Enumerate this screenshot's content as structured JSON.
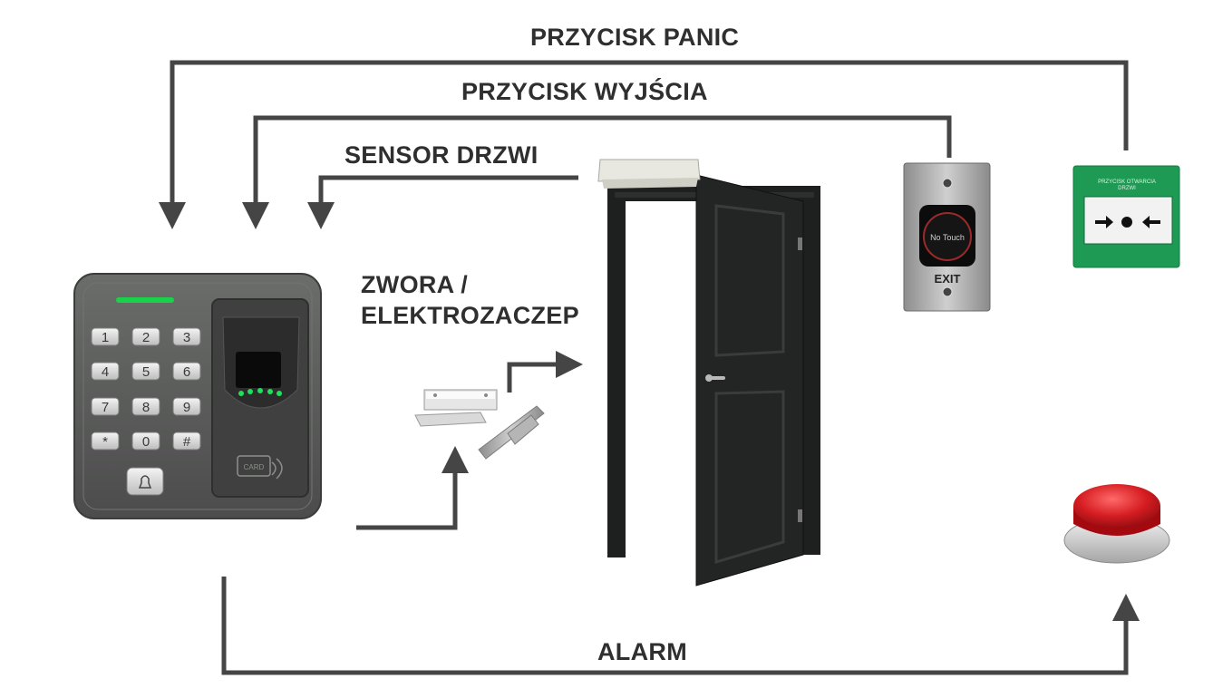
{
  "labels": {
    "panic": "PRZYCISK PANIC",
    "exit_button": "PRZYCISK WYJŚCIA",
    "door_sensor": "SENSOR DRZWI",
    "lock_line1": "ZWORA /",
    "lock_line2": "ELEKTROZACZEP",
    "alarm": "ALARM"
  },
  "reader": {
    "keys": [
      "1",
      "2",
      "3",
      "4",
      "5",
      "6",
      "7",
      "8",
      "9",
      "*",
      "0",
      "#"
    ],
    "card_label": "CARD"
  },
  "exit_device": {
    "sensor_text": "No Touch",
    "exit_text": "EXIT"
  },
  "panic_device": {
    "line1": "PRZYCISK OTWARCIA",
    "line2": "DRZWI"
  },
  "colors": {
    "line": "#454545",
    "label": "#2f2f2f",
    "reader_body": "#5a5c5a",
    "door": "#1e1f1f",
    "green_box": "#1f9a55",
    "alarm_red": "#c4161c",
    "led_green": "#18d24a"
  }
}
